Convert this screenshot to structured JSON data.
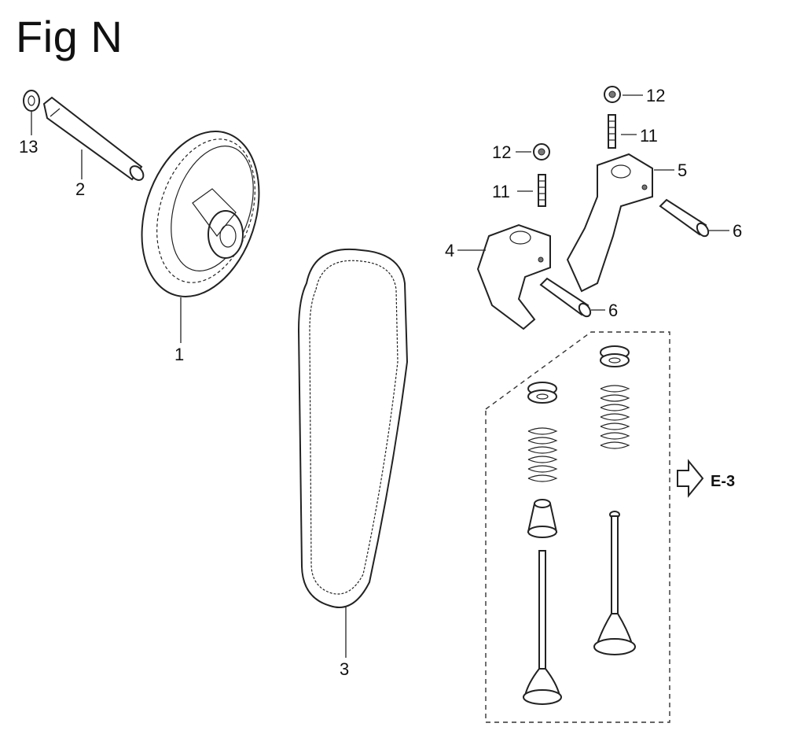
{
  "figure": {
    "title": "Fig N"
  },
  "callouts": {
    "c1": "1",
    "c2": "2",
    "c3": "3",
    "c4": "4",
    "c5": "5",
    "c6a": "6",
    "c6b": "6",
    "c11a": "11",
    "c11b": "11",
    "c12a": "12",
    "c12b": "12",
    "c13": "13"
  },
  "reference": {
    "label": "E-3"
  }
}
